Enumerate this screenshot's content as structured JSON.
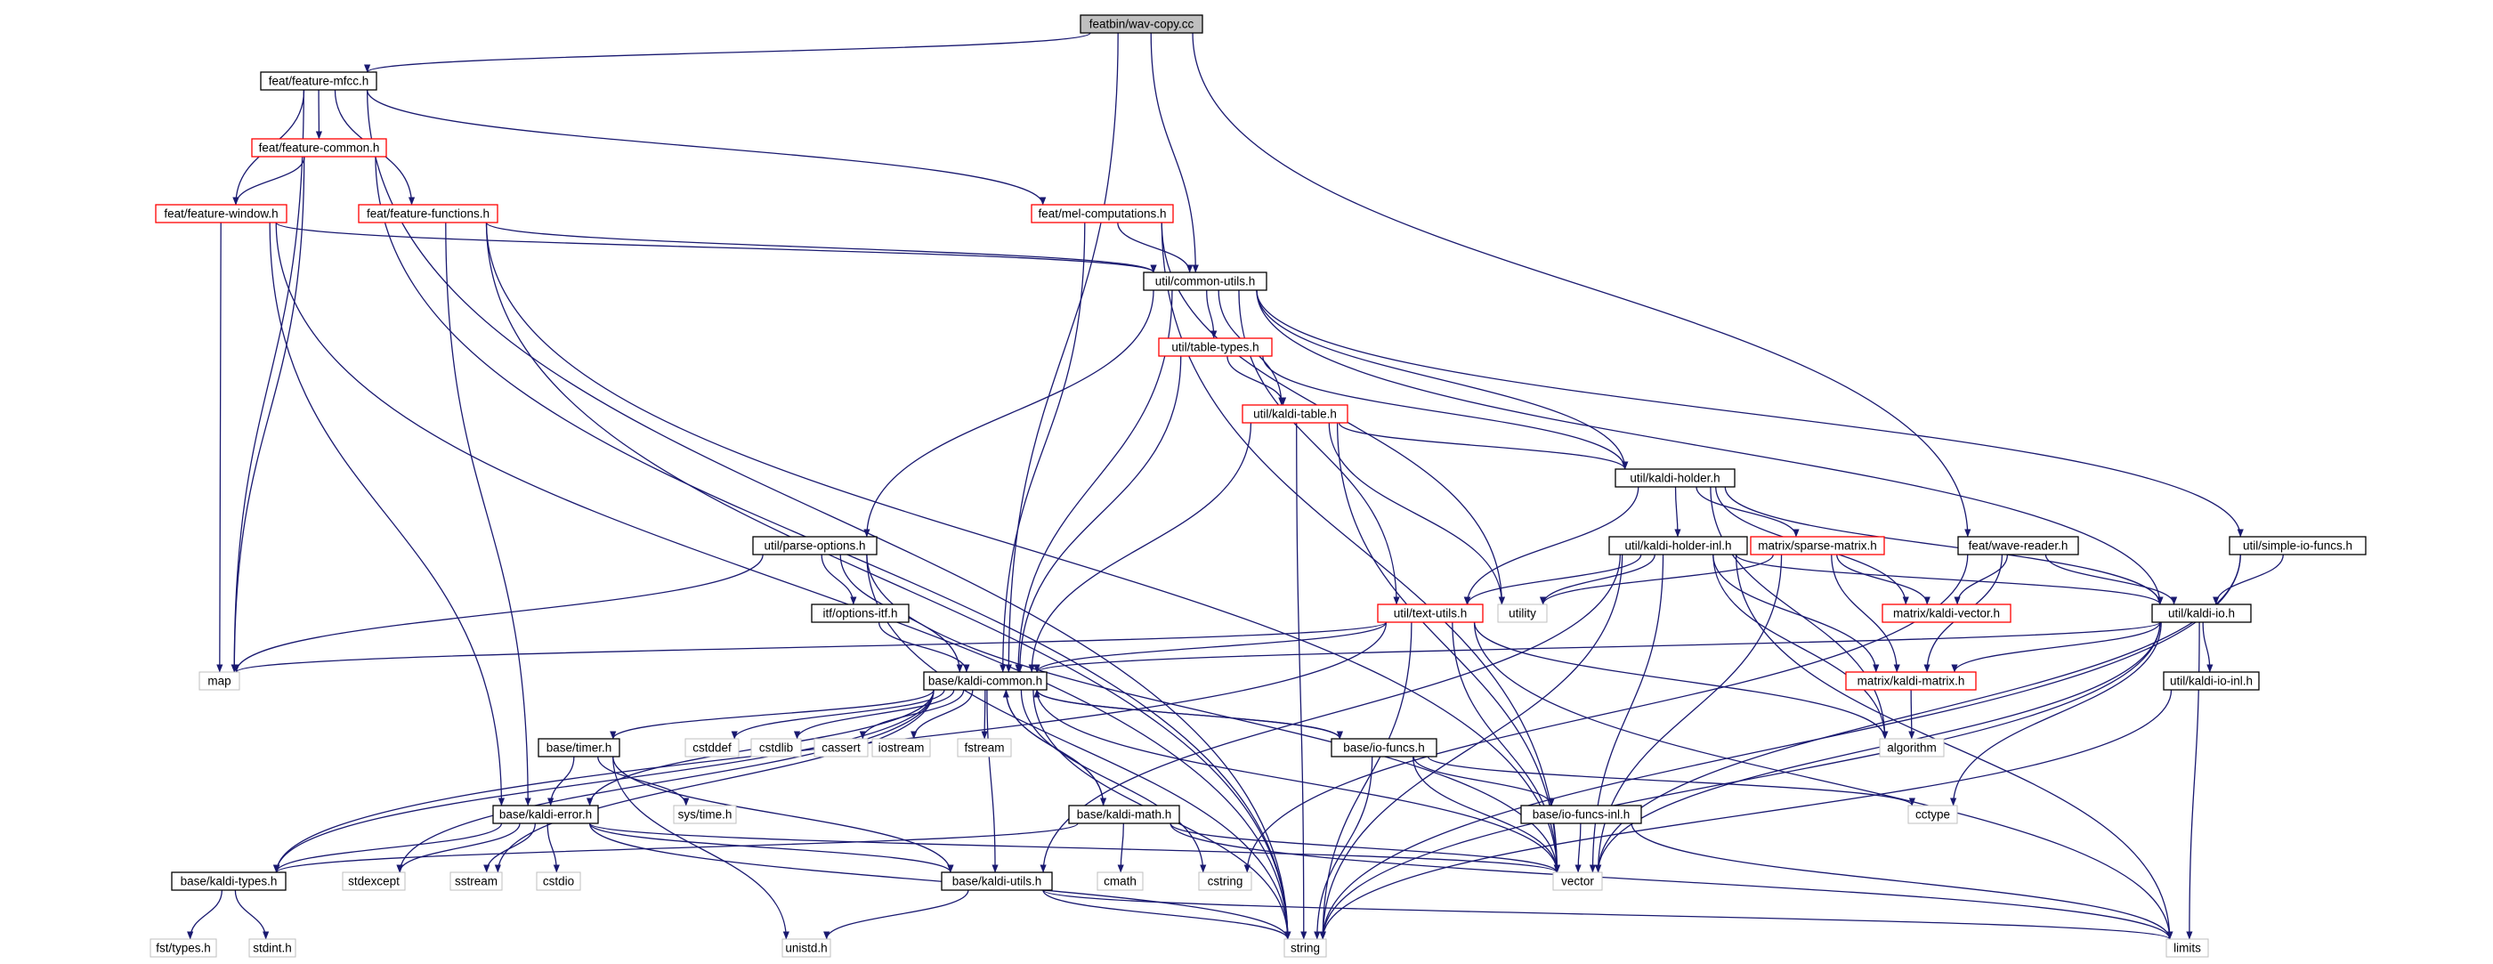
{
  "graph": {
    "nodes": [
      {
        "id": "root",
        "label": "featbin/wav-copy.cc",
        "style": "root"
      },
      {
        "id": "mfcc",
        "label": "feat/feature-mfcc.h",
        "style": "normal"
      },
      {
        "id": "fcommon",
        "label": "feat/feature-common.h",
        "style": "red"
      },
      {
        "id": "fwindow",
        "label": "feat/feature-window.h",
        "style": "red"
      },
      {
        "id": "ffunctions",
        "label": "feat/feature-functions.h",
        "style": "red"
      },
      {
        "id": "melcomp",
        "label": "feat/mel-computations.h",
        "style": "red"
      },
      {
        "id": "commonutils",
        "label": "util/common-utils.h",
        "style": "normal"
      },
      {
        "id": "tabletypes",
        "label": "util/table-types.h",
        "style": "red"
      },
      {
        "id": "kalditable",
        "label": "util/kaldi-table.h",
        "style": "red"
      },
      {
        "id": "kaldiholder",
        "label": "util/kaldi-holder.h",
        "style": "normal"
      },
      {
        "id": "parseoptions",
        "label": "util/parse-options.h",
        "style": "normal"
      },
      {
        "id": "kaldiholderinl",
        "label": "util/kaldi-holder-inl.h",
        "style": "normal"
      },
      {
        "id": "sparsematrix",
        "label": "matrix/sparse-matrix.h",
        "style": "red"
      },
      {
        "id": "wavereader",
        "label": "feat/wave-reader.h",
        "style": "normal"
      },
      {
        "id": "simpleio",
        "label": "util/simple-io-funcs.h",
        "style": "normal"
      },
      {
        "id": "optionsitf",
        "label": "itf/options-itf.h",
        "style": "normal"
      },
      {
        "id": "textutils",
        "label": "util/text-utils.h",
        "style": "red"
      },
      {
        "id": "utility",
        "label": "utility",
        "style": "ext"
      },
      {
        "id": "kaldivector",
        "label": "matrix/kaldi-vector.h",
        "style": "red"
      },
      {
        "id": "kaldiio",
        "label": "util/kaldi-io.h",
        "style": "normal"
      },
      {
        "id": "map",
        "label": "map",
        "style": "ext"
      },
      {
        "id": "kaldicommon",
        "label": "base/kaldi-common.h",
        "style": "normal"
      },
      {
        "id": "kaldimatrix",
        "label": "matrix/kaldi-matrix.h",
        "style": "red"
      },
      {
        "id": "kaldiioinl",
        "label": "util/kaldi-io-inl.h",
        "style": "normal"
      },
      {
        "id": "timer",
        "label": "base/timer.h",
        "style": "normal"
      },
      {
        "id": "cstddef",
        "label": "cstddef",
        "style": "ext"
      },
      {
        "id": "cstdlib",
        "label": "cstdlib",
        "style": "ext"
      },
      {
        "id": "cassert",
        "label": "cassert",
        "style": "ext"
      },
      {
        "id": "iostream",
        "label": "iostream",
        "style": "ext"
      },
      {
        "id": "fstream",
        "label": "fstream",
        "style": "ext"
      },
      {
        "id": "iofuncs",
        "label": "base/io-funcs.h",
        "style": "normal"
      },
      {
        "id": "algorithm",
        "label": "algorithm",
        "style": "ext"
      },
      {
        "id": "systime",
        "label": "sys/time.h",
        "style": "ext"
      },
      {
        "id": "cctype",
        "label": "cctype",
        "style": "ext"
      },
      {
        "id": "kaldierror",
        "label": "base/kaldi-error.h",
        "style": "normal"
      },
      {
        "id": "kaldimath",
        "label": "base/kaldi-math.h",
        "style": "normal"
      },
      {
        "id": "iofuncsinl",
        "label": "base/io-funcs-inl.h",
        "style": "normal"
      },
      {
        "id": "kaldityps",
        "label": "base/kaldi-types.h",
        "style": "normal"
      },
      {
        "id": "stdexcept",
        "label": "stdexcept",
        "style": "ext"
      },
      {
        "id": "sstream",
        "label": "sstream",
        "style": "ext"
      },
      {
        "id": "cstdio",
        "label": "cstdio",
        "style": "ext"
      },
      {
        "id": "kaldiutils",
        "label": "base/kaldi-utils.h",
        "style": "normal"
      },
      {
        "id": "cmath",
        "label": "cmath",
        "style": "ext"
      },
      {
        "id": "cstring",
        "label": "cstring",
        "style": "ext"
      },
      {
        "id": "vector",
        "label": "vector",
        "style": "ext"
      },
      {
        "id": "fsttypes",
        "label": "fst/types.h",
        "style": "ext"
      },
      {
        "id": "stdint",
        "label": "stdint.h",
        "style": "ext"
      },
      {
        "id": "unistd",
        "label": "unistd.h",
        "style": "ext"
      },
      {
        "id": "string",
        "label": "string",
        "style": "ext"
      },
      {
        "id": "limits",
        "label": "limits",
        "style": "ext"
      }
    ],
    "edges": [
      [
        "root",
        "mfcc"
      ],
      [
        "root",
        "kaldicommon"
      ],
      [
        "root",
        "commonutils"
      ],
      [
        "root",
        "wavereader"
      ],
      [
        "mfcc",
        "string"
      ],
      [
        "mfcc",
        "map"
      ],
      [
        "mfcc",
        "fcommon"
      ],
      [
        "mfcc",
        "fwindow"
      ],
      [
        "mfcc",
        "ffunctions"
      ],
      [
        "mfcc",
        "melcomp"
      ],
      [
        "fcommon",
        "fwindow"
      ],
      [
        "fcommon",
        "map"
      ],
      [
        "fcommon",
        "string"
      ],
      [
        "fwindow",
        "map"
      ],
      [
        "fwindow",
        "string"
      ],
      [
        "fwindow",
        "commonutils"
      ],
      [
        "fwindow",
        "kaldierror"
      ],
      [
        "ffunctions",
        "string"
      ],
      [
        "ffunctions",
        "vector"
      ],
      [
        "ffunctions",
        "kaldierror"
      ],
      [
        "ffunctions",
        "commonutils"
      ],
      [
        "melcomp",
        "commonutils"
      ],
      [
        "melcomp",
        "kaldicommon"
      ],
      [
        "melcomp",
        "utility"
      ],
      [
        "melcomp",
        "vector"
      ],
      [
        "commonutils",
        "tabletypes"
      ],
      [
        "commonutils",
        "kalditable"
      ],
      [
        "commonutils",
        "kaldiholder"
      ],
      [
        "commonutils",
        "parseoptions"
      ],
      [
        "commonutils",
        "simpleio"
      ],
      [
        "commonutils",
        "textutils"
      ],
      [
        "commonutils",
        "kaldiio"
      ],
      [
        "commonutils",
        "kaldicommon"
      ],
      [
        "tabletypes",
        "kalditable"
      ],
      [
        "tabletypes",
        "kaldiholder"
      ],
      [
        "tabletypes",
        "kaldicommon"
      ],
      [
        "kalditable",
        "kaldiholder"
      ],
      [
        "kalditable",
        "string"
      ],
      [
        "kalditable",
        "utility"
      ],
      [
        "kalditable",
        "vector"
      ],
      [
        "kalditable",
        "kaldicommon"
      ],
      [
        "kaldiholder",
        "kaldiholderinl"
      ],
      [
        "kaldiholder",
        "sparsematrix"
      ],
      [
        "kaldiholder",
        "textutils"
      ],
      [
        "kaldiholder",
        "kaldiio"
      ],
      [
        "kaldiholder",
        "kaldivector"
      ],
      [
        "kaldiholder",
        "algorithm"
      ],
      [
        "parseoptions",
        "map"
      ],
      [
        "parseoptions",
        "optionsitf"
      ],
      [
        "parseoptions",
        "kaldicommon"
      ],
      [
        "parseoptions",
        "vector"
      ],
      [
        "parseoptions",
        "string"
      ],
      [
        "kaldiholderinl",
        "textutils"
      ],
      [
        "kaldiholderinl",
        "utility"
      ],
      [
        "kaldiholderinl",
        "kaldiio"
      ],
      [
        "kaldiholderinl",
        "kaldimatrix"
      ],
      [
        "kaldiholderinl",
        "algorithm"
      ],
      [
        "kaldiholderinl",
        "vector"
      ],
      [
        "kaldiholderinl",
        "string"
      ],
      [
        "kaldiholderinl",
        "limits"
      ],
      [
        "kaldiholderinl",
        "kaldiutils"
      ],
      [
        "sparsematrix",
        "kaldimatrix"
      ],
      [
        "sparsematrix",
        "kaldivector"
      ],
      [
        "sparsematrix",
        "utility"
      ],
      [
        "sparsematrix",
        "vector"
      ],
      [
        "wavereader",
        "kaldivector"
      ],
      [
        "wavereader",
        "kaldimatrix"
      ],
      [
        "wavereader",
        "kaldiio"
      ],
      [
        "wavereader",
        "cstring"
      ],
      [
        "simpleio",
        "kaldiio"
      ],
      [
        "simpleio",
        "vector"
      ],
      [
        "simpleio",
        "string"
      ],
      [
        "optionsitf",
        "kaldicommon"
      ],
      [
        "textutils",
        "kaldicommon"
      ],
      [
        "textutils",
        "algorithm"
      ],
      [
        "textutils",
        "map"
      ],
      [
        "textutils",
        "limits"
      ],
      [
        "textutils",
        "vector"
      ],
      [
        "textutils",
        "string"
      ],
      [
        "textutils",
        "kaldityps"
      ],
      [
        "kaldiio",
        "kaldicommon"
      ],
      [
        "kaldiio",
        "kaldimatrix"
      ],
      [
        "kaldiio",
        "kaldiioinl"
      ],
      [
        "kaldiio",
        "cctype"
      ],
      [
        "kaldiio",
        "vector"
      ],
      [
        "kaldiio",
        "string"
      ],
      [
        "kaldiio",
        "limits"
      ],
      [
        "kaldimatrix",
        "algorithm"
      ],
      [
        "kaldiioinl",
        "string"
      ],
      [
        "kaldicommon",
        "timer"
      ],
      [
        "kaldicommon",
        "cstddef"
      ],
      [
        "kaldicommon",
        "cstdlib"
      ],
      [
        "kaldicommon",
        "cassert"
      ],
      [
        "kaldicommon",
        "iostream"
      ],
      [
        "kaldicommon",
        "fstream"
      ],
      [
        "kaldicommon",
        "iofuncs"
      ],
      [
        "kaldicommon",
        "kaldimath"
      ],
      [
        "kaldicommon",
        "kaldierror"
      ],
      [
        "kaldicommon",
        "kaldityps"
      ],
      [
        "kaldicommon",
        "kaldiutils"
      ],
      [
        "kaldicommon",
        "stdexcept"
      ],
      [
        "kaldicommon",
        "sstream"
      ],
      [
        "kaldicommon",
        "cstring"
      ],
      [
        "kaldicommon",
        "vector"
      ],
      [
        "kaldicommon",
        "string"
      ],
      [
        "timer",
        "kaldierror"
      ],
      [
        "timer",
        "systime"
      ],
      [
        "timer",
        "unistd"
      ],
      [
        "timer",
        "kaldiutils"
      ],
      [
        "iofuncs",
        "kaldicommon"
      ],
      [
        "iofuncs",
        "iofuncsinl"
      ],
      [
        "iofuncs",
        "cctype"
      ],
      [
        "iofuncs",
        "vector"
      ],
      [
        "iofuncs",
        "string"
      ],
      [
        "iofuncsinl",
        "vector"
      ],
      [
        "iofuncsinl",
        "limits"
      ],
      [
        "kaldimath",
        "kaldicommon"
      ],
      [
        "kaldimath",
        "cmath"
      ],
      [
        "kaldimath",
        "limits"
      ],
      [
        "kaldimath",
        "vector"
      ],
      [
        "kaldimath",
        "kaldityps"
      ],
      [
        "kaldierror",
        "kaldityps"
      ],
      [
        "kaldierror",
        "kaldiutils"
      ],
      [
        "kaldierror",
        "stdexcept"
      ],
      [
        "kaldierror",
        "sstream"
      ],
      [
        "kaldierror",
        "cstdio"
      ],
      [
        "kaldierror",
        "vector"
      ],
      [
        "kaldierror",
        "string"
      ],
      [
        "kaldityps",
        "fsttypes"
      ],
      [
        "kaldityps",
        "stdint"
      ],
      [
        "kaldiutils",
        "unistd"
      ],
      [
        "kaldiutils",
        "string"
      ],
      [
        "kaldiutils",
        "limits"
      ]
    ]
  }
}
